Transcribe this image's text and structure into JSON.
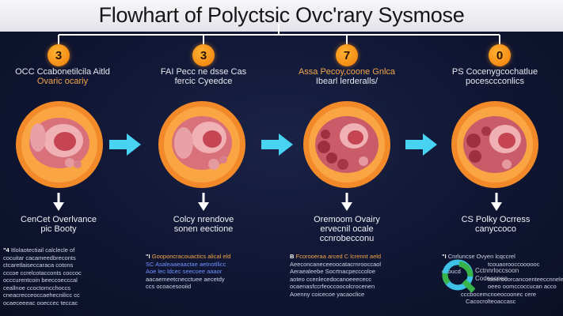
{
  "title": "Flowhart of Polyctsic Ovc'rary Sysmose",
  "steps": [
    {
      "badge": "3",
      "head_line1": "OCC Ccabonetilcila Aitld",
      "head_line2": "Ovaric ocariy",
      "caption_line1": "CenCet Overlvance",
      "caption_line2": "pic Booty",
      "detail_lead": "\"4",
      "detail_lines": [
        "Itlolaotectiail calclecle of",
        "cocuitar cacameedbreconts",
        "ctcaretlaiseccaraca cotons",
        "cccoe ccrelcotacconts coccoc",
        "occcurentcoin beeccoecccal",
        "ceallnoe ccoctomcchoccs",
        "cneacrecceoccaehecnilicc cc",
        "ocaeceeeac ooeccec teccac"
      ]
    },
    {
      "badge": "3",
      "head_line1": "FAI  Pecc ne dsse  Cas",
      "head_line2": "fercic Cyeedce",
      "caption_line1": "Colcy nrendove",
      "caption_line2": "sonen eectione",
      "detail_lead": "\"I",
      "detail_lines": [
        "Gooponcracouactics  alical  eld",
        "SC  Asaleaaeaactae aetnotllicc",
        "Aoe  lec  ldcec  seecoee aaaor",
        "aacaemeetcnecctuee aecetdy",
        "ccs  ocoacesooiid"
      ]
    },
    {
      "badge": "7",
      "head_line1": "Assa Pecoy,coone Gnlca",
      "head_line2": "Ibearl lerderalls/",
      "caption_line1": "Oremoom Ovairy",
      "caption_line2": "ervecnil ocale",
      "caption_line3": "ccnrobecconu",
      "detail_lead": "B",
      "detail_lines": [
        "Fcorooeraa arced  C  lcrennt  aeld",
        "Aeeconcaneceeoocatacrnrooccaol",
        "Aeraealeebe  Socrtnacpecccoloe",
        "aoteo  ccenlecedocanoeeececc",
        "ocaenasfccrfeoccoocolcrocenen",
        "Aoenny coicecoe yacaoclice"
      ]
    },
    {
      "badge": "0",
      "head_line1": "PS  Cocenygcochatlue",
      "head_line2": "pocesccconlics",
      "caption_line1": "CS Polky Ocrress",
      "caption_line2": "canyccoco",
      "detail_lead": "\"I",
      "detail_lines": [
        "Cnrluncse  Ovyen  lcqccrel",
        "tcouaorooccoooooc  ccoucd",
        "loeerocorcancoenteeccnnele",
        "oeeo  oomccoccucan acco",
        "cccbocemcnoeocoonec cere",
        "Cacocrolteoaccasc"
      ]
    }
  ],
  "logo_text": "Cctnnrloccsoon Codeecneo"
}
